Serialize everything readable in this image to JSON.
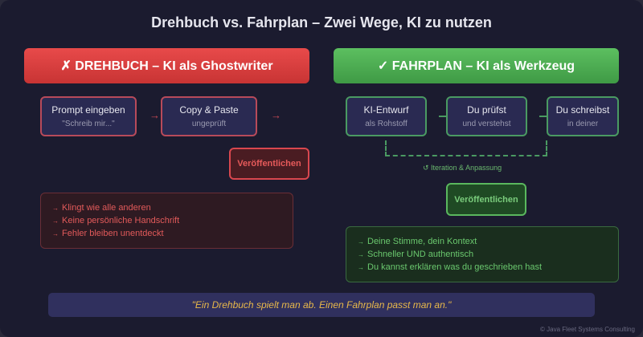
{
  "title": "Drehbuch vs. Fahrplan – Zwei Wege, KI zu nutzen",
  "left": {
    "header": "✗ DREHBUCH – KI als Ghostwriter",
    "steps": [
      {
        "main": "Prompt eingeben",
        "sub": "\"Schreib mir...\""
      },
      {
        "main": "Copy & Paste",
        "sub": "ungeprüft"
      }
    ],
    "arrow": "→",
    "publish": "Veröffentlichen",
    "points": [
      "Klingt wie alle anderen",
      "Keine persönliche Handschrift",
      "Fehler bleiben unentdeckt"
    ],
    "color": "#e04848"
  },
  "right": {
    "header": "✓ FAHRPLAN – KI als Werkzeug",
    "steps": [
      {
        "main": "KI-Entwurf",
        "sub": "als Rohstoff"
      },
      {
        "main": "Du prüfst",
        "sub": "und verstehst"
      },
      {
        "main": "Du schreibst",
        "sub": "in deiner"
      }
    ],
    "iteration": "↺ Iteration & Anpassung",
    "publish": "Veröffentlichen",
    "points": [
      "Deine Stimme, dein Kontext",
      "Schneller UND authentisch",
      "Du kannst erklären was du geschrieben hast"
    ],
    "color": "#4caf50"
  },
  "bullet": "→",
  "quote": "\"Ein Drehbuch spielt man ab. Einen Fahrplan passt man an.\"",
  "footer": "© Java Fleet Systems Consulting"
}
